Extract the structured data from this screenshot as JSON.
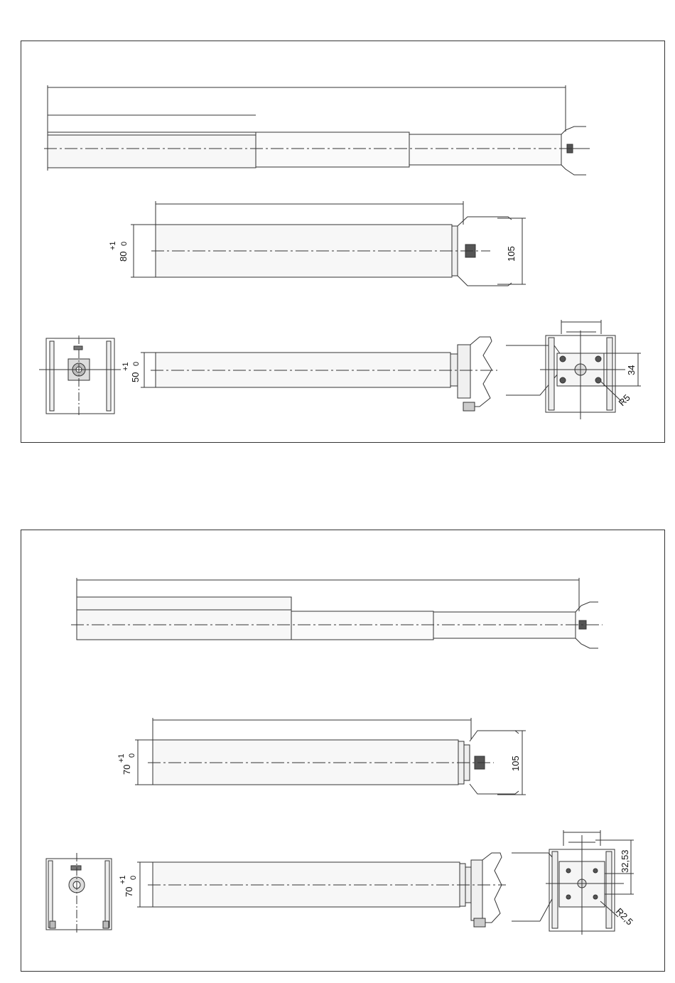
{
  "colors": {
    "line": "#333333",
    "fill": "#f2f2f2",
    "dark": "#555555"
  },
  "top_drawing": {
    "dim_tube_diameter_base": "80",
    "dim_tube_diameter_tol": "+1",
    "dim_tube_diameter_tol_low": "0",
    "dim_bracket_height": "105",
    "dim_tube_diameter2_base": "50",
    "dim_tube_diameter2_tol": "+1",
    "dim_tube_diameter2_tol_low": "0",
    "dim_hole_spacing": "34",
    "dim_radius": "R5"
  },
  "bottom_drawing": {
    "dim_tube_diameter_base": "70",
    "dim_tube_diameter_tol": "+1",
    "dim_tube_diameter_tol_low": "0",
    "dim_bracket_height": "105",
    "dim_tube_diameter2_base": "70",
    "dim_tube_diameter2_tol": "+1",
    "dim_tube_diameter2_tol_low": "0",
    "dim_hole_spacing": "32,53",
    "dim_radius": "R2,5"
  }
}
